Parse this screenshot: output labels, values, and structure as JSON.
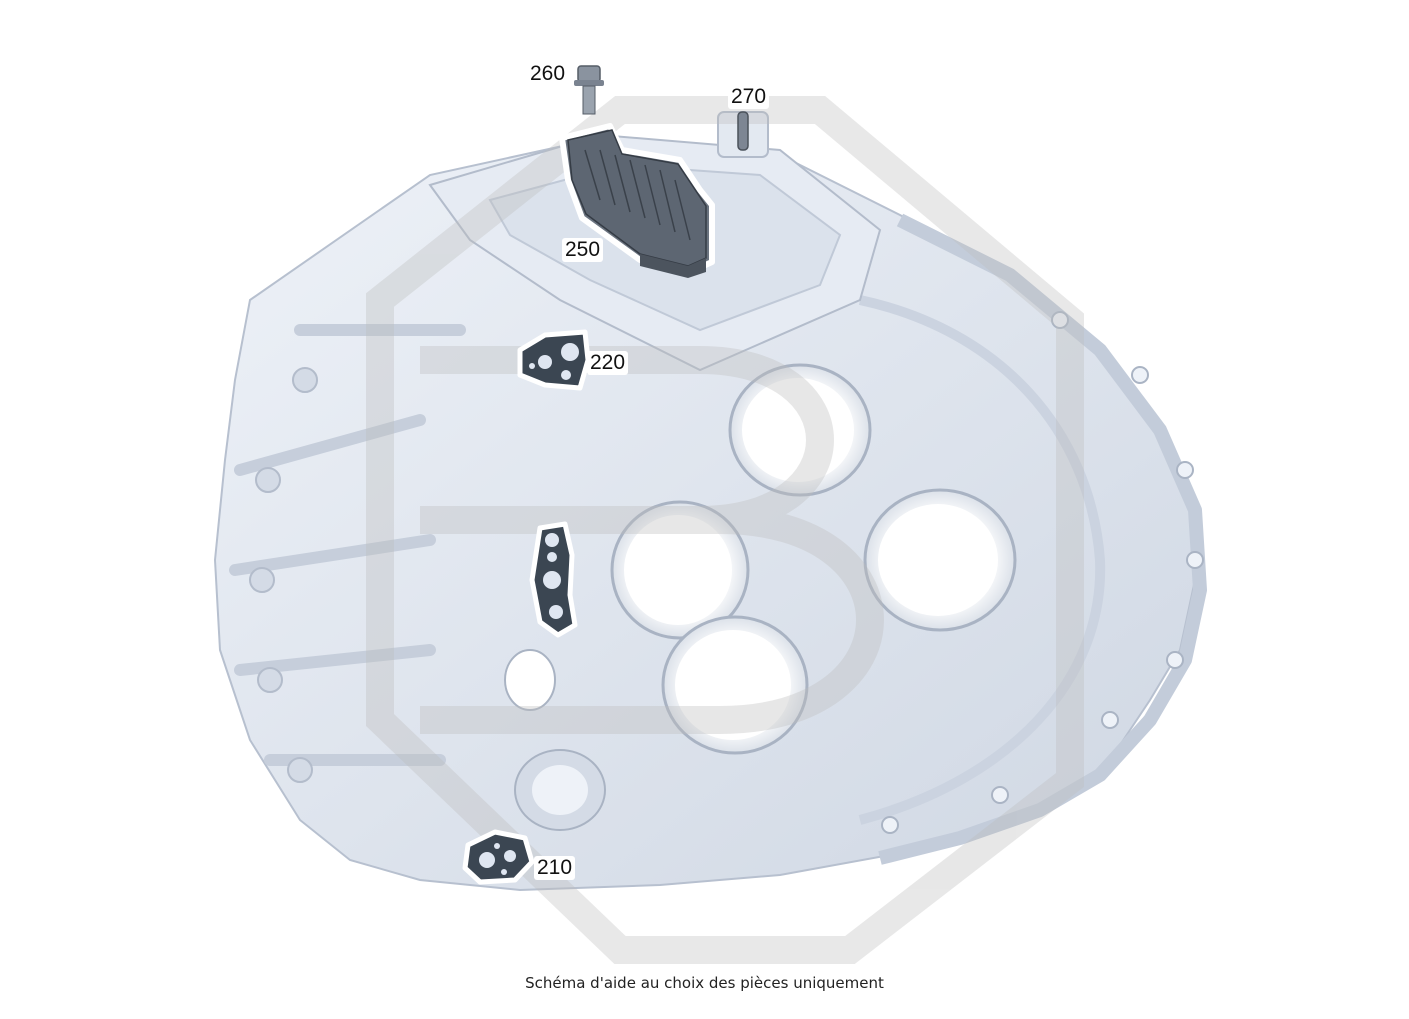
{
  "diagram": {
    "callouts": {
      "p260": "260",
      "p270": "270",
      "p250": "250",
      "p220": "220",
      "p210": "210"
    },
    "caption": "Schéma d'aide au choix des pièces uniquement",
    "colors": {
      "housing": "#dfe6f1",
      "housing_shadow": "#c3ccda",
      "housing_dark": "#aab4c4",
      "gasket": "#3b4652",
      "part_gray": "#6b7480",
      "watermark": "#d8d8d8"
    }
  }
}
